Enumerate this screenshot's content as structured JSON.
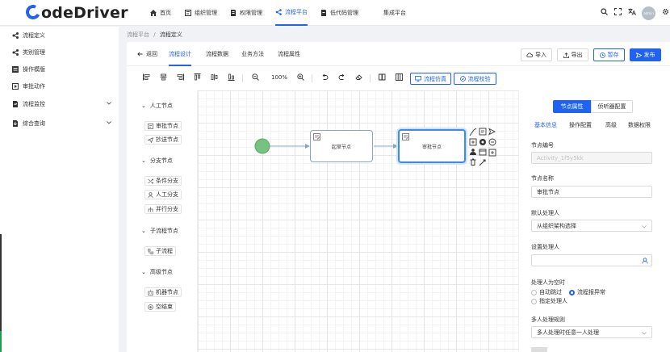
{
  "header": {
    "logo": "odeDriver",
    "nav": [
      {
        "label": "首页",
        "icon": "home-icon"
      },
      {
        "label": "组织管理",
        "icon": "org-icon"
      },
      {
        "label": "权限管理",
        "icon": "permission-icon"
      },
      {
        "label": "流程平台",
        "icon": "flow-icon",
        "active": true
      },
      {
        "label": "低代码管理",
        "icon": "lowcode-icon"
      },
      {
        "label": "集成平台",
        "icon": ""
      }
    ],
    "avatar_text": "admin"
  },
  "sidebar": {
    "items": [
      {
        "label": "流程定义",
        "icon": "share-icon"
      },
      {
        "label": "类别管理",
        "icon": "share-icon"
      },
      {
        "label": "操作模版",
        "icon": "template-icon"
      },
      {
        "label": "审批动作",
        "icon": "action-icon"
      },
      {
        "label": "流程监控",
        "icon": "monitor-icon",
        "expandable": true
      },
      {
        "label": "综合查询",
        "icon": "query-icon",
        "expandable": true
      }
    ]
  },
  "breadcrumb": {
    "root": "流程平台",
    "sep": "/",
    "current": "流程定义"
  },
  "tabs": {
    "back": "返回",
    "items": [
      {
        "label": "流程设计",
        "active": true
      },
      {
        "label": "流程数据"
      },
      {
        "label": "业务方法"
      },
      {
        "label": "流程属性"
      }
    ],
    "actions": {
      "import": "导入",
      "export": "导出",
      "save_draft": "暂存",
      "publish": "发布"
    }
  },
  "toolbar": {
    "zoom": "100%",
    "simulate": "流程仿真",
    "validate": "流程校验"
  },
  "palette": {
    "groups": [
      {
        "title": "人工节点",
        "items": [
          {
            "label": "审批节点",
            "icon": "approve-node-icon"
          },
          {
            "label": "抄送节点",
            "icon": "cc-node-icon"
          }
        ]
      },
      {
        "title": "分支节点",
        "items": [
          {
            "label": "条件分支",
            "icon": "condition-branch-icon"
          },
          {
            "label": "人工分支",
            "icon": "manual-branch-icon"
          },
          {
            "label": "并行分支",
            "icon": "parallel-branch-icon"
          }
        ]
      },
      {
        "title": "子流程节点",
        "items": [
          {
            "label": "子流程",
            "icon": "subprocess-icon"
          }
        ]
      },
      {
        "title": "高级节点",
        "items": [
          {
            "label": "机器节点",
            "icon": "robot-node-icon"
          },
          {
            "label": "空结束",
            "icon": "end-event-icon"
          }
        ]
      }
    ]
  },
  "canvas": {
    "start_node": "start",
    "nodes": [
      {
        "label": "起草节点"
      },
      {
        "label": "审批节点",
        "selected": true
      }
    ]
  },
  "properties": {
    "panel_tabs": {
      "node_props": "节点属性",
      "listener": "侦听器配置"
    },
    "sub_tabs": [
      {
        "label": "基本信息",
        "active": true
      },
      {
        "label": "操作配置"
      },
      {
        "label": "高级"
      },
      {
        "label": "数据权限"
      }
    ],
    "node_id_label": "节点编号",
    "node_id_value": "Activity_1f5y5kk",
    "node_name_label": "节点名称",
    "node_name_value": "审批节点",
    "default_handler_label": "默认处理人",
    "default_handler_value": "从组织架构选择",
    "set_handler_label": "设置处理人",
    "set_handler_value": "",
    "empty_handler_label": "处理人为空时",
    "empty_options": [
      {
        "label": "自动跳过",
        "checked": false
      },
      {
        "label": "流程报异常",
        "checked": true
      },
      {
        "label": "指定处理人",
        "checked": false
      }
    ],
    "multi_rule_label": "多人处理规则",
    "multi_rule_value": "多人处理时任意一人处理"
  },
  "colors": {
    "primary": "#1f63f0",
    "start_node": "#76c27f",
    "node_border": "#8aa4c8"
  }
}
